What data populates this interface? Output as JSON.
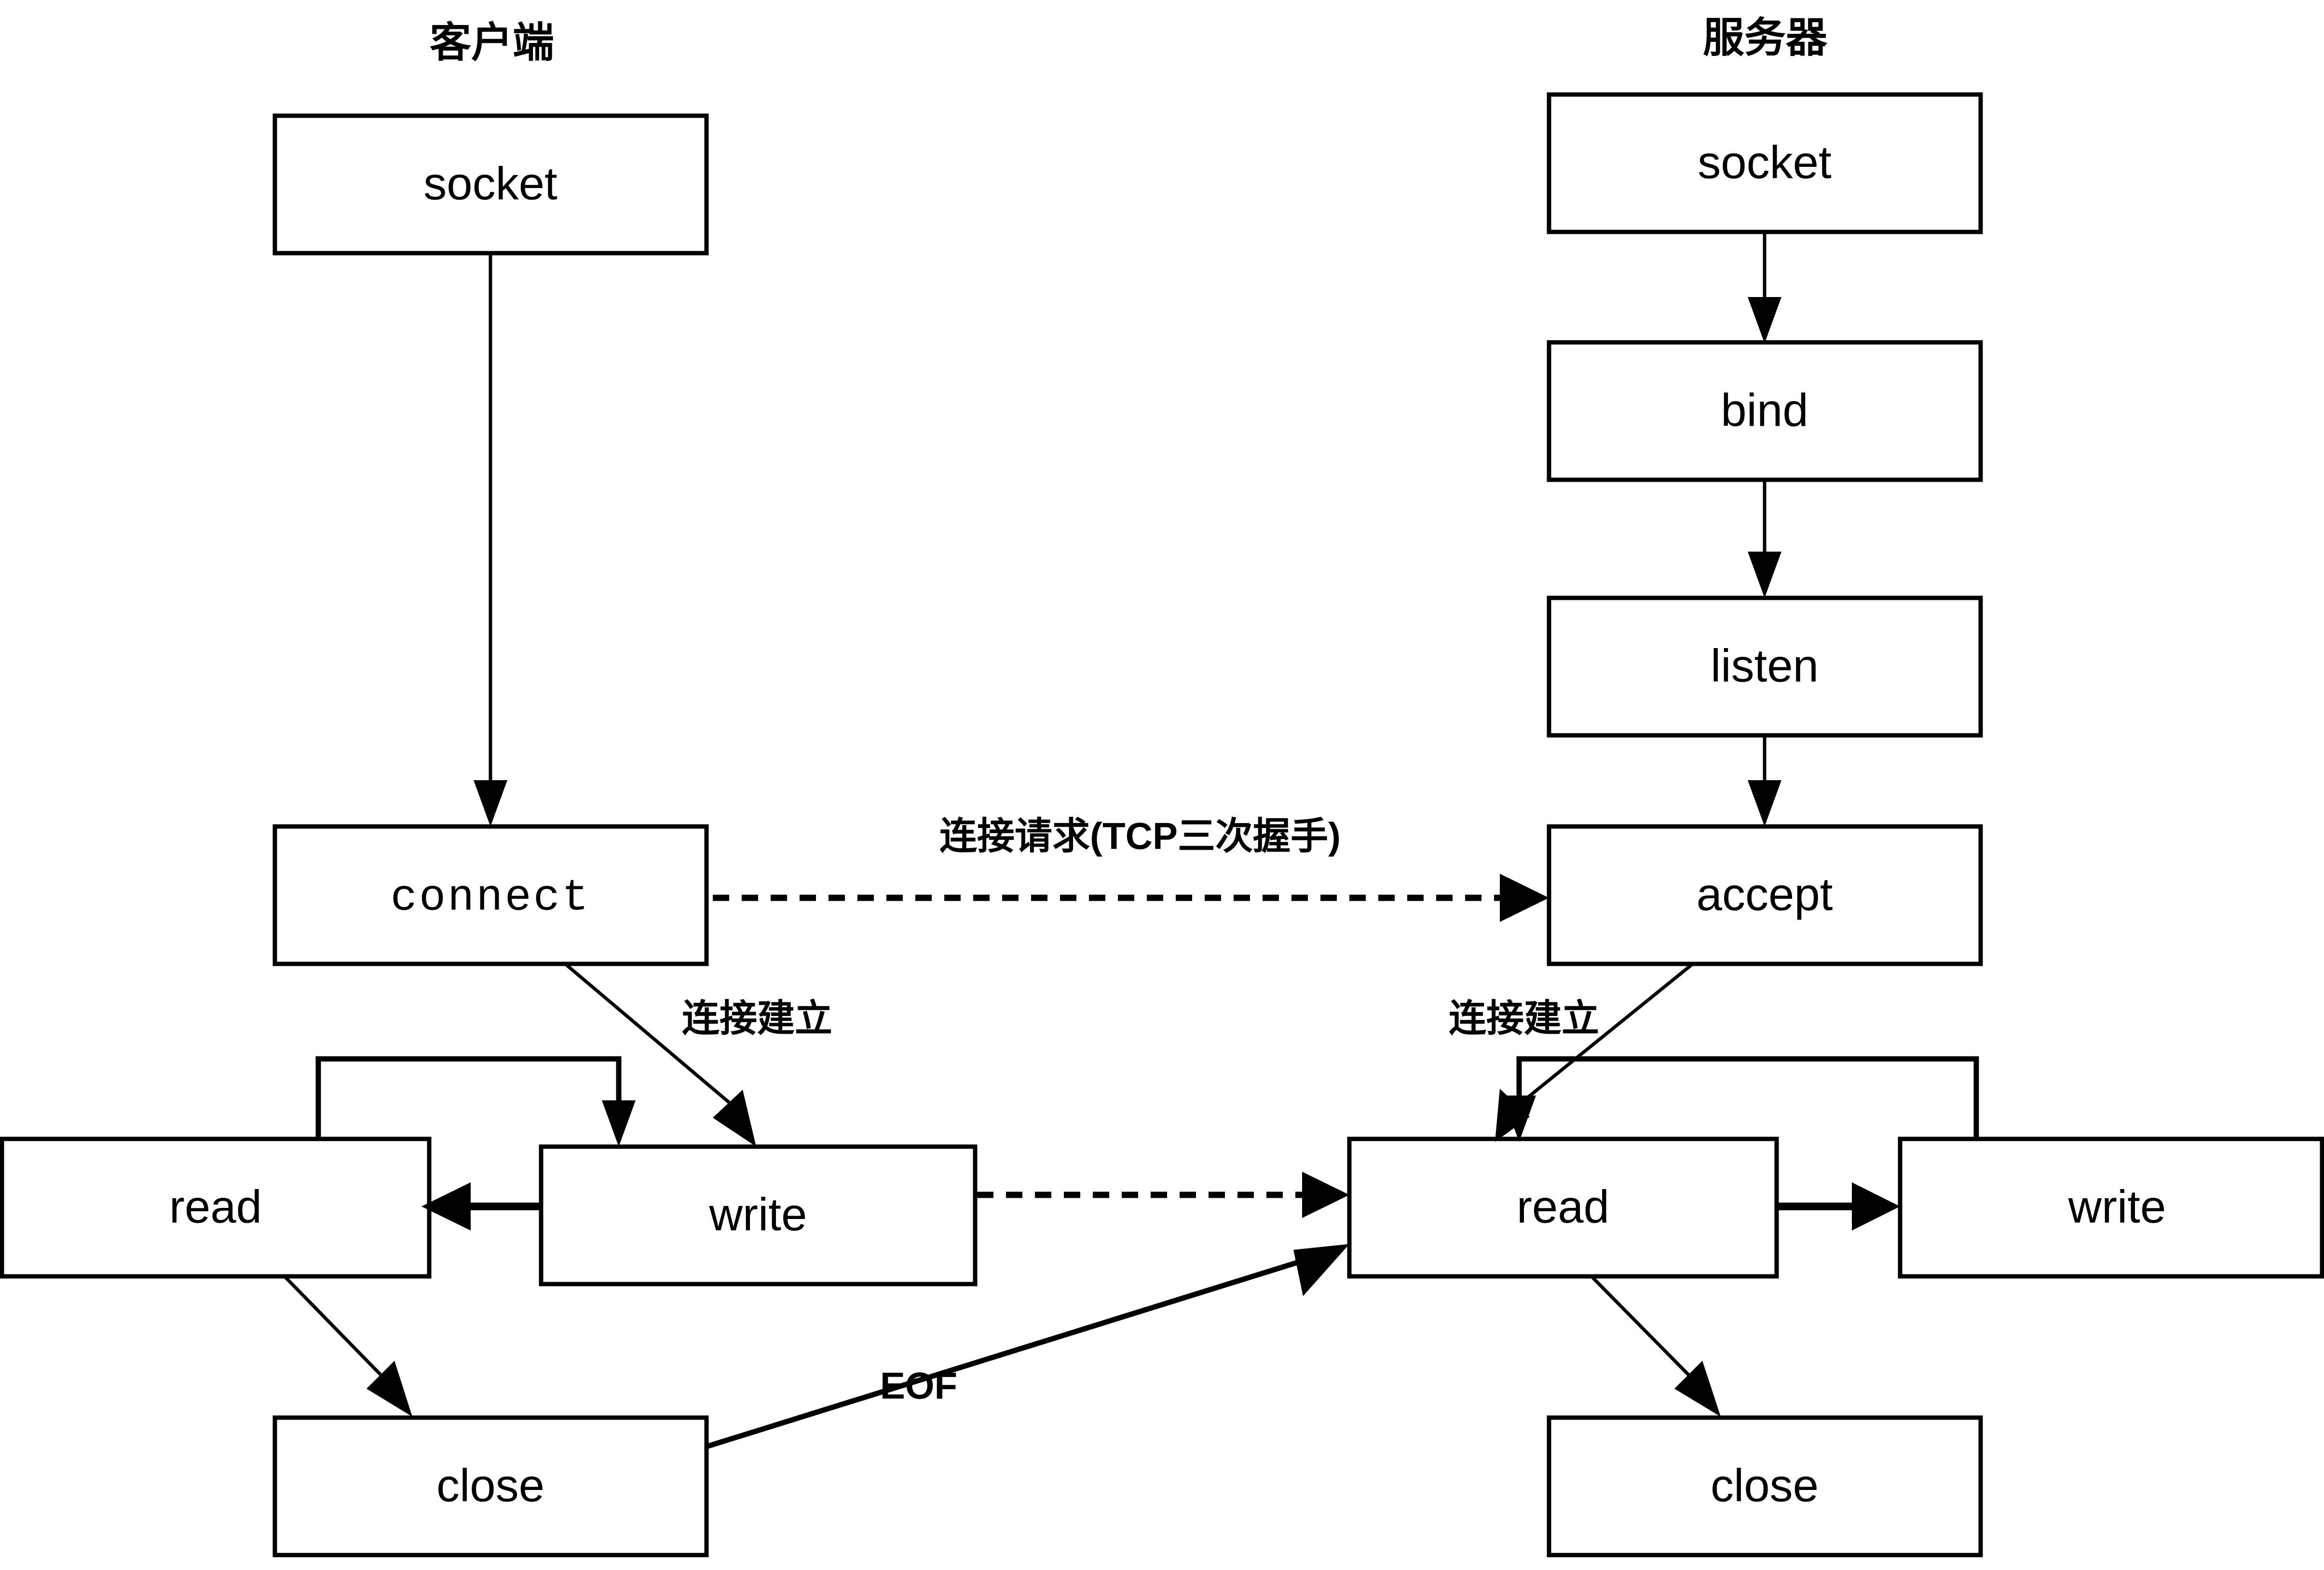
{
  "diagram": {
    "title_client": "客户端",
    "title_server": "服务器",
    "lanes": [
      {
        "id": "client",
        "title": "客户端",
        "nodes": [
          {
            "id": "client-socket",
            "label": "socket",
            "style": "sans"
          },
          {
            "id": "client-connect",
            "label": "connect",
            "style": "mono"
          },
          {
            "id": "client-read",
            "label": "read",
            "style": "sans"
          },
          {
            "id": "client-write",
            "label": "write",
            "style": "sans"
          },
          {
            "id": "client-close",
            "label": "close",
            "style": "sans"
          }
        ]
      },
      {
        "id": "server",
        "title": "服务器",
        "nodes": [
          {
            "id": "server-socket",
            "label": "socket",
            "style": "sans"
          },
          {
            "id": "server-bind",
            "label": "bind",
            "style": "sans"
          },
          {
            "id": "server-listen",
            "label": "listen",
            "style": "sans"
          },
          {
            "id": "server-accept",
            "label": "accept",
            "style": "sans"
          },
          {
            "id": "server-read",
            "label": "read",
            "style": "sans"
          },
          {
            "id": "server-write",
            "label": "write",
            "style": "sans"
          },
          {
            "id": "server-close",
            "label": "close",
            "style": "sans"
          }
        ]
      }
    ],
    "edge_labels": {
      "connect_request": "连接请求(TCP三次握手)",
      "connection_established_client": "连接建立",
      "connection_established_server": "连接建立",
      "eof": "EOF"
    },
    "colors": {
      "stroke": "#000000",
      "fill": "#ffffff",
      "background": "#ffffff"
    }
  }
}
